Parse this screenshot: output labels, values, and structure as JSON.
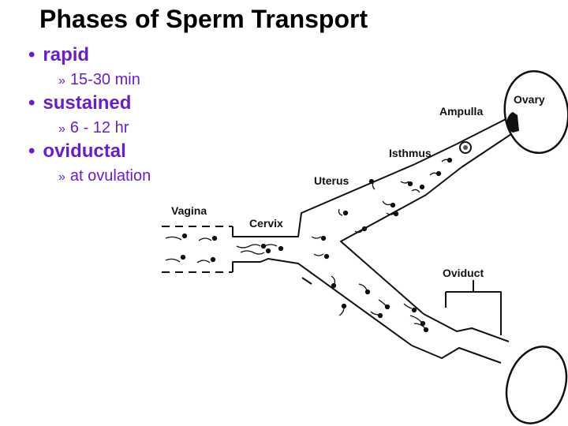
{
  "title": "Phases of Sperm Transport",
  "bullets": [
    {
      "label": "rapid",
      "detail": "15-30 min"
    },
    {
      "label": "sustained",
      "detail": "6 - 12 hr"
    },
    {
      "label": "oviductal",
      "detail": "at ovulation"
    }
  ],
  "bullet_glyph": "•",
  "sub_glyph": "»",
  "diagram_labels": {
    "ovary": "Ovary",
    "ampulla": "Ampulla",
    "isthmus": "Isthmus",
    "uterus": "Uterus",
    "vagina": "Vagina",
    "cervix": "Cervix",
    "oviduct": "Oviduct"
  },
  "colors": {
    "bullet_text": "#6B1FC2",
    "title": "#000000",
    "diagram": "#111111"
  }
}
